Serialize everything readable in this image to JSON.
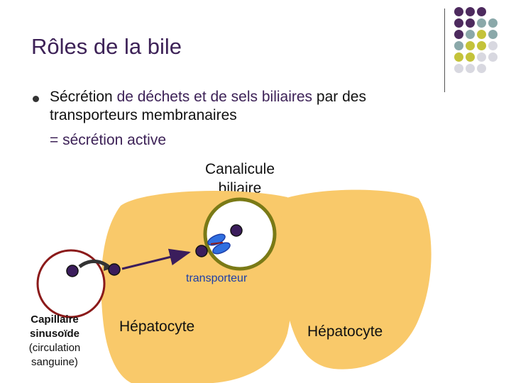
{
  "title": "Rôles de la bile",
  "bullet": {
    "text_before": "Sécrétion ",
    "text_emphasis": "de déchets et de sels biliaires",
    "text_after": " par des transporteurs membranaires",
    "line2": "= sécrétion active"
  },
  "diagram": {
    "canalicule_label": "Canalicule biliaire",
    "transporter_label": "transporteur",
    "capillary_label_bold_1": "Capillaire",
    "capillary_label_bold_2": "sinusoïde",
    "capillary_label_normal_1": "(circulation",
    "capillary_label_normal_2": "sanguine)",
    "hepatocyte_left": "Hépatocyte",
    "hepatocyte_right": "Hépatocyte"
  },
  "colors": {
    "title": "#3d2257",
    "hepatocyte": "#f9c96a",
    "capillary": "#8b1a1a",
    "canalicule": "#7a7a16",
    "molecule": "#3b1d5c",
    "transporter": "#2f6fe0",
    "dot_purple": "#4d2a5e",
    "dot_teal": "#8aa8a9",
    "dot_olive": "#c4c33a",
    "dot_gray": "#d8d8e0"
  }
}
